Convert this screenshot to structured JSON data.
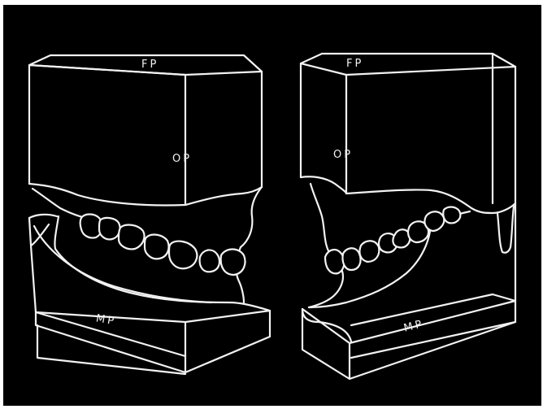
{
  "colors": {
    "background": "#000000",
    "frame": "#ffffff",
    "line": "#f2f2f2"
  },
  "left_model": {
    "top_label": "FP",
    "side_label": "OP",
    "bottom_label": "MP"
  },
  "right_model": {
    "top_label": "FP",
    "side_label": "OP",
    "bottom_label": "MP"
  }
}
